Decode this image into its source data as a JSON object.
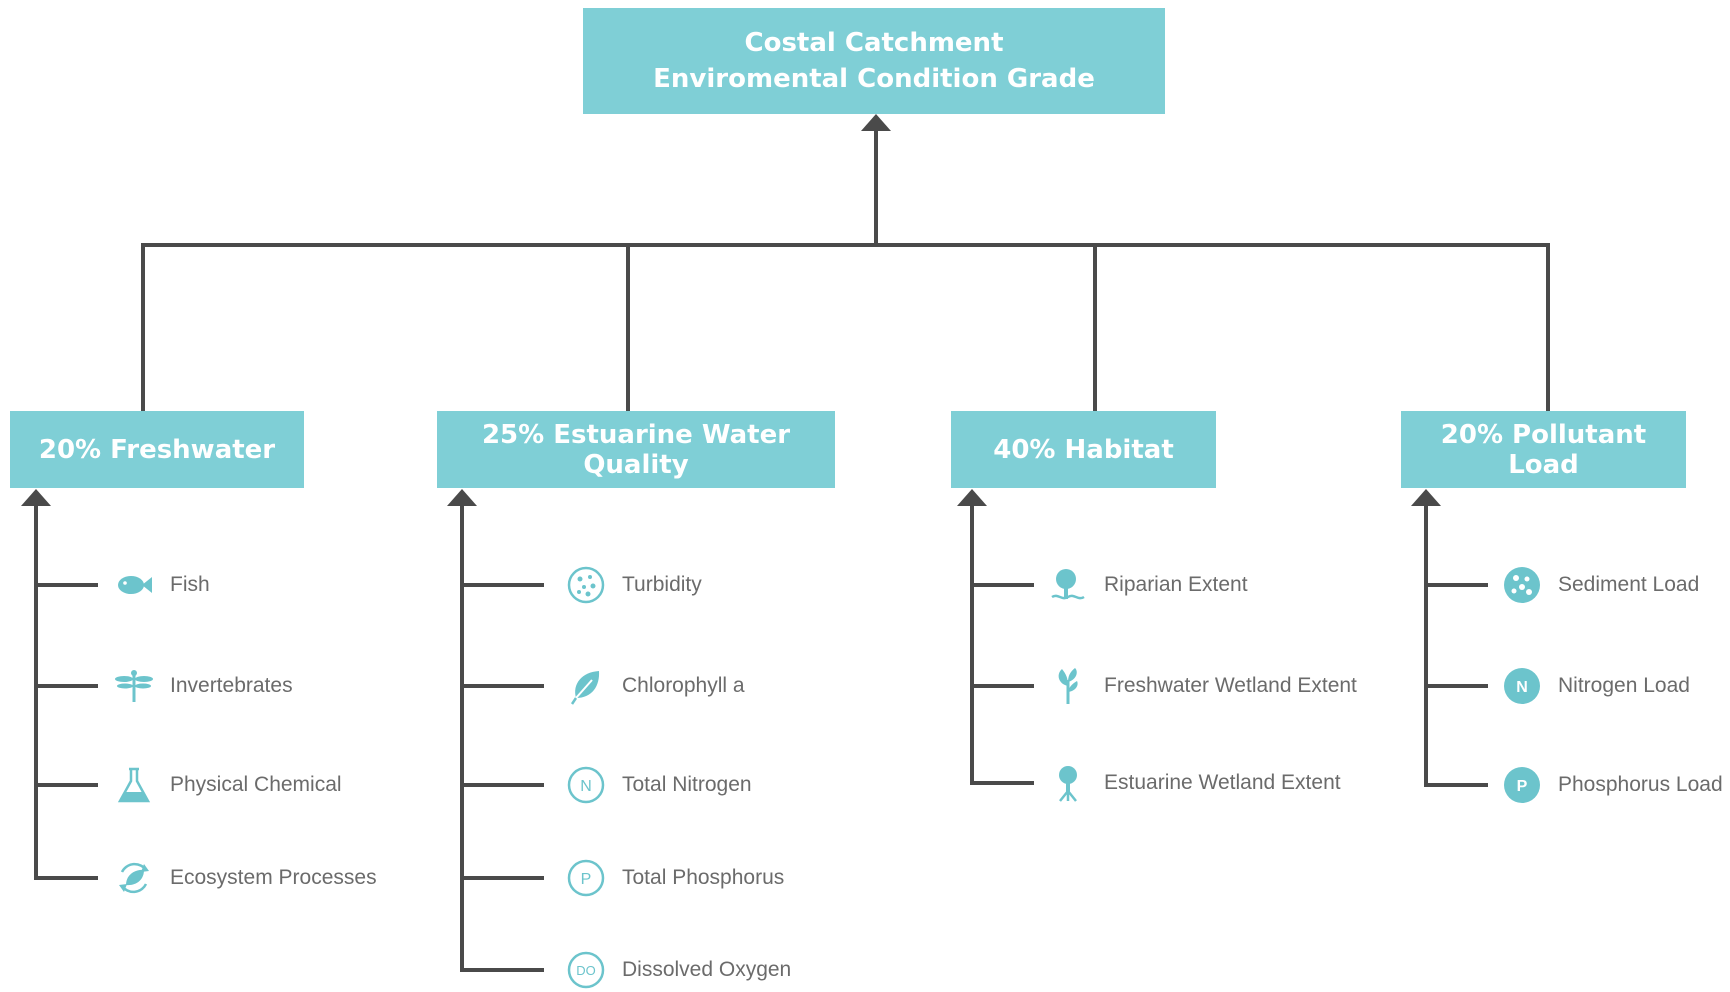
{
  "colors": {
    "accent": "#7fcfd6",
    "icon": "#6cc4cc",
    "line": "#4a4a4a",
    "text": "#6b6b6b"
  },
  "root": {
    "line1": "Costal Catchment",
    "line2": "Enviromental Condition Grade"
  },
  "categories": [
    {
      "label": "20% Freshwater",
      "items": [
        {
          "label": "Fish",
          "icon": "fish-icon"
        },
        {
          "label": "Invertebrates",
          "icon": "dragonfly-icon"
        },
        {
          "label": "Physical Chemical",
          "icon": "flask-icon"
        },
        {
          "label": "Ecosystem Processes",
          "icon": "leaf-cycle-icon"
        }
      ]
    },
    {
      "label": "25% Estuarine Water Quality",
      "items": [
        {
          "label": "Turbidity",
          "icon": "particles-circle-icon"
        },
        {
          "label": "Chlorophyll a",
          "icon": "leaf-icon"
        },
        {
          "label": "Total Nitrogen",
          "icon": "nitrogen-outline-icon",
          "badge": "N"
        },
        {
          "label": "Total Phosphorus",
          "icon": "phosphorus-outline-icon",
          "badge": "P"
        },
        {
          "label": "Dissolved Oxygen",
          "icon": "oxygen-outline-icon",
          "badge": "DO"
        }
      ]
    },
    {
      "label": "40% Habitat",
      "items": [
        {
          "label": "Riparian Extent",
          "icon": "riparian-tree-icon"
        },
        {
          "label": "Freshwater Wetland Extent",
          "icon": "wetland-plant-icon"
        },
        {
          "label": "Estuarine Wetland Extent",
          "icon": "mangrove-tree-icon"
        }
      ]
    },
    {
      "label": "20% Pollutant Load",
      "items": [
        {
          "label": "Sediment Load",
          "icon": "sediment-icon"
        },
        {
          "label": "Nitrogen Load",
          "icon": "nitrogen-filled-icon",
          "badge": "N"
        },
        {
          "label": "Phosphorus Load",
          "icon": "phosphorus-filled-icon",
          "badge": "P"
        }
      ]
    }
  ]
}
